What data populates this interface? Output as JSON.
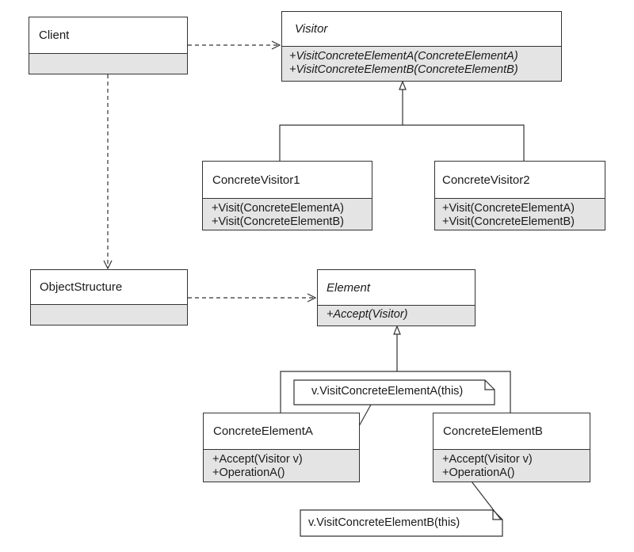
{
  "classes": {
    "client": {
      "name": "Client",
      "operations": []
    },
    "visitor": {
      "name": "Visitor",
      "abstract": true,
      "operations": [
        "+VisitConcreteElementA(ConcreteElementA)",
        "+VisitConcreteElementB(ConcreteElementB)"
      ]
    },
    "concrete_visitor1": {
      "name": "ConcreteVisitor1",
      "operations": [
        "+Visit(ConcreteElementA)",
        "+Visit(ConcreteElementB)"
      ]
    },
    "concrete_visitor2": {
      "name": "ConcreteVisitor2",
      "operations": [
        "+Visit(ConcreteElementA)",
        "+Visit(ConcreteElementB)"
      ]
    },
    "object_structure": {
      "name": "ObjectStructure",
      "operations": []
    },
    "element": {
      "name": "Element",
      "abstract": true,
      "operations": [
        "+Accept(Visitor)"
      ]
    },
    "concrete_element_a": {
      "name": "ConcreteElementA",
      "operations": [
        "+Accept(Visitor v)",
        "+OperationA()"
      ]
    },
    "concrete_element_b": {
      "name": "ConcreteElementB",
      "operations": [
        "+Accept(Visitor v)",
        "+OperationA()"
      ]
    }
  },
  "notes": {
    "note_a": "v.VisitConcreteElementA(this)",
    "note_b": "v.VisitConcreteElementB(this)"
  }
}
